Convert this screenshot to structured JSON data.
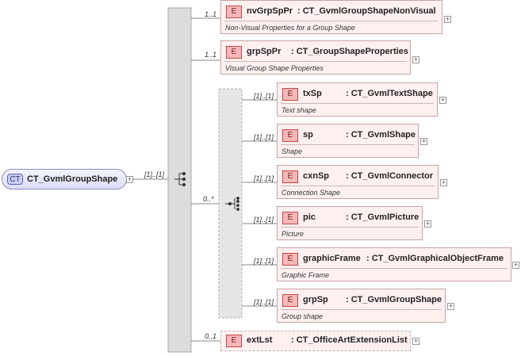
{
  "root": {
    "badge": "CT",
    "name": "CT_GvmlGroupShape",
    "multiplicity": "[1]..[1]"
  },
  "sequence": {
    "elements": [
      {
        "badge": "E",
        "name": "nvGrpSpPr",
        "type": ": CT_GvmlGroupShapeNonVisual",
        "description": "Non-Visual Properties for a Group Shape",
        "multiplicity": "1..1"
      },
      {
        "badge": "E",
        "name": "grpSpPr",
        "type": ": CT_GroupShapeProperties",
        "description": "Visual Group Shape Properties",
        "multiplicity": "1..1"
      },
      {
        "badge": "E",
        "name": "extLst",
        "type": ": CT_OfficeArtExtensionList",
        "description": "",
        "multiplicity": "0..1"
      }
    ]
  },
  "choice": {
    "multiplicity": "0..*",
    "elements": [
      {
        "badge": "E",
        "name": "txSp",
        "type": ": CT_GvmlTextShape",
        "description": "Text shape",
        "multiplicity": "[1]..[1]"
      },
      {
        "badge": "E",
        "name": "sp",
        "type": ": CT_GvmlShape",
        "description": "Shape",
        "multiplicity": "[1]..[1]"
      },
      {
        "badge": "E",
        "name": "cxnSp",
        "type": ": CT_GvmlConnector",
        "description": "Connection Shape",
        "multiplicity": "[1]..[1]"
      },
      {
        "badge": "E",
        "name": "pic",
        "type": ": CT_GvmlPicture",
        "description": "Picture",
        "multiplicity": "[1]..[1]"
      },
      {
        "badge": "E",
        "name": "graphicFrame",
        "type": ": CT_GvmlGraphicalObjectFrame",
        "description": "Graphic Frame",
        "multiplicity": "[1]..[1]"
      },
      {
        "badge": "E",
        "name": "grpSp",
        "type": ": CT_GvmlGroupShape",
        "description": "Group shape",
        "multiplicity": "[1]..[1]"
      }
    ]
  },
  "expand_symbol": "+"
}
